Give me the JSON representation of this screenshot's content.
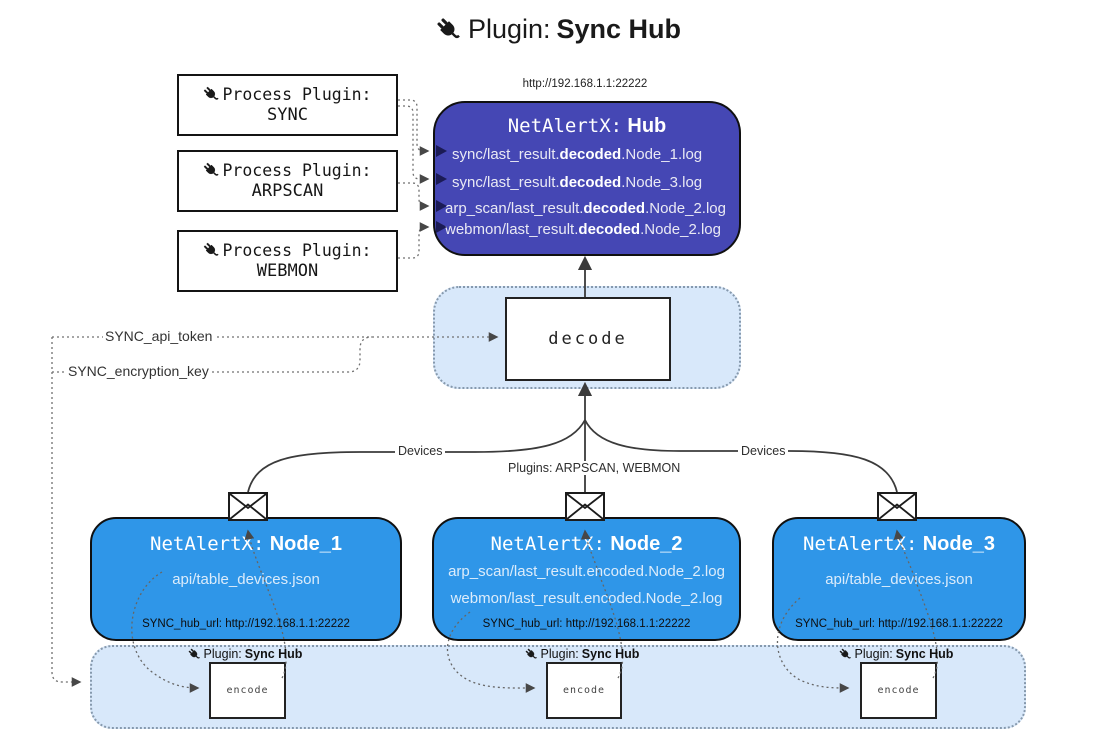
{
  "title": {
    "prefix": "Plugin:",
    "name": "Sync Hub"
  },
  "hub_url_label": "http://192.168.1.1:22222",
  "process_plugins": [
    {
      "label": "Process Plugin:",
      "name": "SYNC"
    },
    {
      "label": "Process Plugin:",
      "name": "ARPSCAN"
    },
    {
      "label": "Process Plugin:",
      "name": "WEBMON"
    }
  ],
  "hub": {
    "title_mono": "NetAlertX:",
    "title_bold": "Hub",
    "logs": [
      {
        "pre": "sync/last_result.",
        "bold": "decoded",
        "post": ".Node_1.log"
      },
      {
        "pre": "sync/last_result.",
        "bold": "decoded",
        "post": ".Node_3.log"
      },
      {
        "pre": "arp_scan/last_result.",
        "bold": "decoded",
        "post": ".Node_2.log"
      },
      {
        "pre": "webmon/last_result.",
        "bold": "decoded",
        "post": ".Node_2.log"
      }
    ]
  },
  "decode_label": "decode",
  "settings": {
    "api_token": "SYNC_api_token",
    "encryption_key": "SYNC_encryption_key"
  },
  "edge_labels": {
    "devices_left": "Devices",
    "plugins": "Plugins: ARPSCAN, WEBMON",
    "devices_right": "Devices"
  },
  "nodes": [
    {
      "title_mono": "NetAlertX:",
      "title_bold": "Node_1",
      "files": [
        "api/table_devices.json"
      ],
      "hub_url": "SYNC_hub_url: http://192.168.1.1:22222"
    },
    {
      "title_mono": "NetAlertX:",
      "title_bold": "Node_2",
      "files": [
        "arp_scan/last_result.encoded.Node_2.log",
        "webmon/last_result.encoded.Node_2.log"
      ],
      "hub_url": "SYNC_hub_url: http://192.168.1.1:22222"
    },
    {
      "title_mono": "NetAlertX:",
      "title_bold": "Node_3",
      "files": [
        "api/table_devices.json"
      ],
      "hub_url": "SYNC_hub_url: http://192.168.1.1:22222"
    }
  ],
  "band": {
    "plugin_prefix": "Plugin:",
    "plugin_name": "Sync Hub",
    "encode_label": "encode"
  },
  "colors": {
    "hub_fill": "#4547b4",
    "node_fill": "#2f96e8",
    "band_fill": "#d8e8fa",
    "line": "#3b3b3b",
    "dotted": "#707070"
  }
}
